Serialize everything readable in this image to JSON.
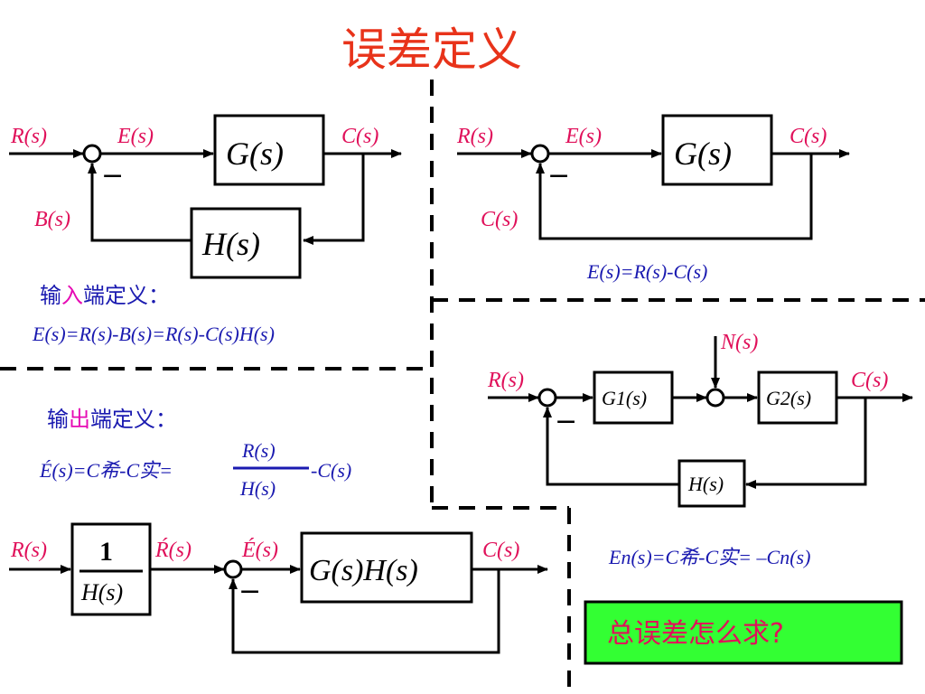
{
  "title": "误差定义",
  "diagram_a": {
    "input": "R(s)",
    "error": "E(s)",
    "output": "C(s)",
    "feedback": "B(s)",
    "forward_block": "G(s)",
    "feedback_block": "H(s)",
    "minus": "−"
  },
  "diagram_b": {
    "input": "R(s)",
    "error": "E(s)",
    "output": "C(s)",
    "feedback": "C(s)",
    "forward_block": "G(s)",
    "minus": "−",
    "equation": "E(s)=R(s)-C(s)"
  },
  "input_definition": {
    "prefix": "输",
    "highlight": "入",
    "suffix": "端定义：",
    "equation": "E(s)=R(s)-B(s)=R(s)-C(s)H(s)"
  },
  "diagram_c": {
    "input": "R(s)",
    "disturbance": "N(s)",
    "output": "C(s)",
    "block1": "G1(s)",
    "block2": "G2(s)",
    "feedback_block": "H(s)",
    "minus": "−"
  },
  "output_definition": {
    "prefix": "输",
    "highlight": "出",
    "suffix": "端定义：",
    "lhs": "É(s)=C希-C实=",
    "frac_num": "R(s)",
    "frac_den": "H(s)",
    "rhs": "-C(s)"
  },
  "diagram_d": {
    "input": "R(s)",
    "prefilter_num": "1",
    "prefilter_den": "H(s)",
    "r_prime": "Ŕ(s)",
    "e_prime": "É(s)",
    "output": "C(s)",
    "forward_block": "G(s)H(s)",
    "minus": "−"
  },
  "noise_error": {
    "equation": "En(s)=C希-C实= –Cn(s)"
  },
  "question": {
    "text": "总误差怎么求?"
  },
  "colors": {
    "title": "#e8331a",
    "signal": "#e0105a",
    "equation": "#1a1ab0",
    "highlight": "#e60ab4",
    "question_bg": "#33ff33"
  }
}
